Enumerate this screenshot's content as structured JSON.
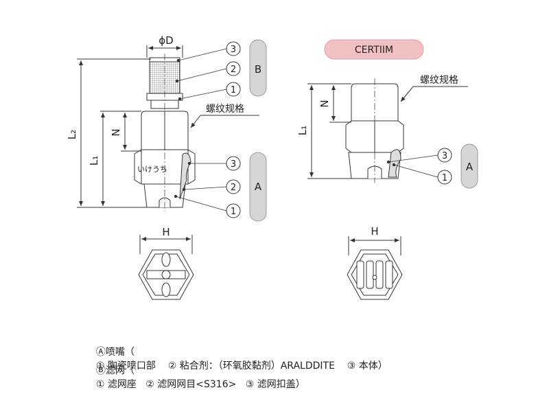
{
  "left_view": {
    "dim_phi_d": "ϕD",
    "dim_l2": "L₂",
    "dim_l1": "L₁",
    "dim_n": "N",
    "thread_label": "螺纹规格",
    "body_marking": "いけうち",
    "callouts_b": [
      "3",
      "2",
      "1"
    ],
    "callouts_a": [
      "3",
      "2",
      "1"
    ],
    "group_b": "B",
    "group_a": "A"
  },
  "right_view": {
    "badge": "CERTIIM",
    "thread_label": "螺纹规格",
    "dim_l1": "L₁",
    "dim_n": "N",
    "callouts_a": [
      "3",
      "1"
    ],
    "group_a": "A"
  },
  "bottom_views": {
    "left_h": "H",
    "right_h": "H"
  },
  "legend": {
    "line1": [
      "Ⓐ喷嘴（",
      "① 陶瓷喷口部",
      "② 粘合剂：（环氧胶黏剂）ARALDDITE",
      "③ 本体）"
    ],
    "line2": [
      "Ⓑ滤网（",
      "① 滤网座",
      "② 滤网网目<S316>",
      "③ 滤网扣盖）"
    ]
  },
  "colors": {
    "line": "#333333",
    "group_box": "#d6d6d6",
    "badge": "#f2c2c2"
  }
}
